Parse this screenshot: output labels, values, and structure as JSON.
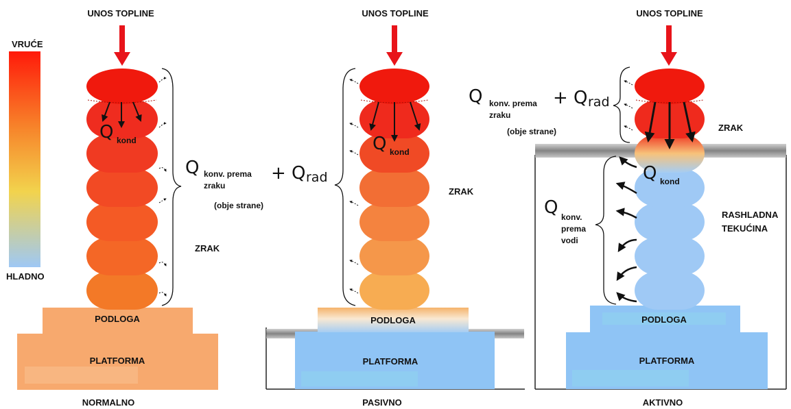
{
  "legend": {
    "hot": "VRUĆE",
    "cold": "HLADNO",
    "hot_color": "#ff1a0a",
    "cold_color": "#9ec8f5"
  },
  "panels": [
    {
      "id": "normal",
      "caption": "NORMALNO",
      "heat_input": "UNOS TOPLINE",
      "q_cond": "Q",
      "q_cond_sub": "kond",
      "q_conv": "Q",
      "q_conv_sub": "konv. prema",
      "q_conv_sub2": "zraku",
      "q_conv_sides": "(obje strane)",
      "q_rad_prefix": "+ Q",
      "q_rad_sub": "rad",
      "medium": "ZRAK",
      "substrate": "PODLOGA",
      "platform": "PLATFORMA",
      "substrate_color": "#f7a96e",
      "platform_color": "#f7a96e"
    },
    {
      "id": "passive",
      "caption": "PASIVNO",
      "heat_input": "UNOS TOPLINE",
      "q_cond": "Q",
      "q_cond_sub": "kond",
      "medium": "ZRAK",
      "substrate": "PODLOGA",
      "platform": "PLATFORMA",
      "platform_color": "#8fc4f5"
    },
    {
      "id": "active",
      "caption": "AKTIVNO",
      "heat_input": "UNOS TOPLINE",
      "q_conv": "Q",
      "q_conv_sub": "konv. prema",
      "q_conv_sub2": "zraku",
      "q_conv_sides": "(obje strane)",
      "q_rad_prefix": "+ Q",
      "q_rad_sub": "rad",
      "medium": "ZRAK",
      "q_cond": "Q",
      "q_cond_sub": "kond",
      "q_water": "Q",
      "q_water_sub1": "konv.",
      "q_water_sub2": "prema",
      "q_water_sub3": "vodi",
      "coolant_1": "RASHLADNA",
      "coolant_2": "TEKUĆINA",
      "substrate": "PODLOGA",
      "platform": "PLATFORMA",
      "platform_color": "#8fc4f5"
    }
  ],
  "colors": {
    "arrow": "#e8141a"
  }
}
